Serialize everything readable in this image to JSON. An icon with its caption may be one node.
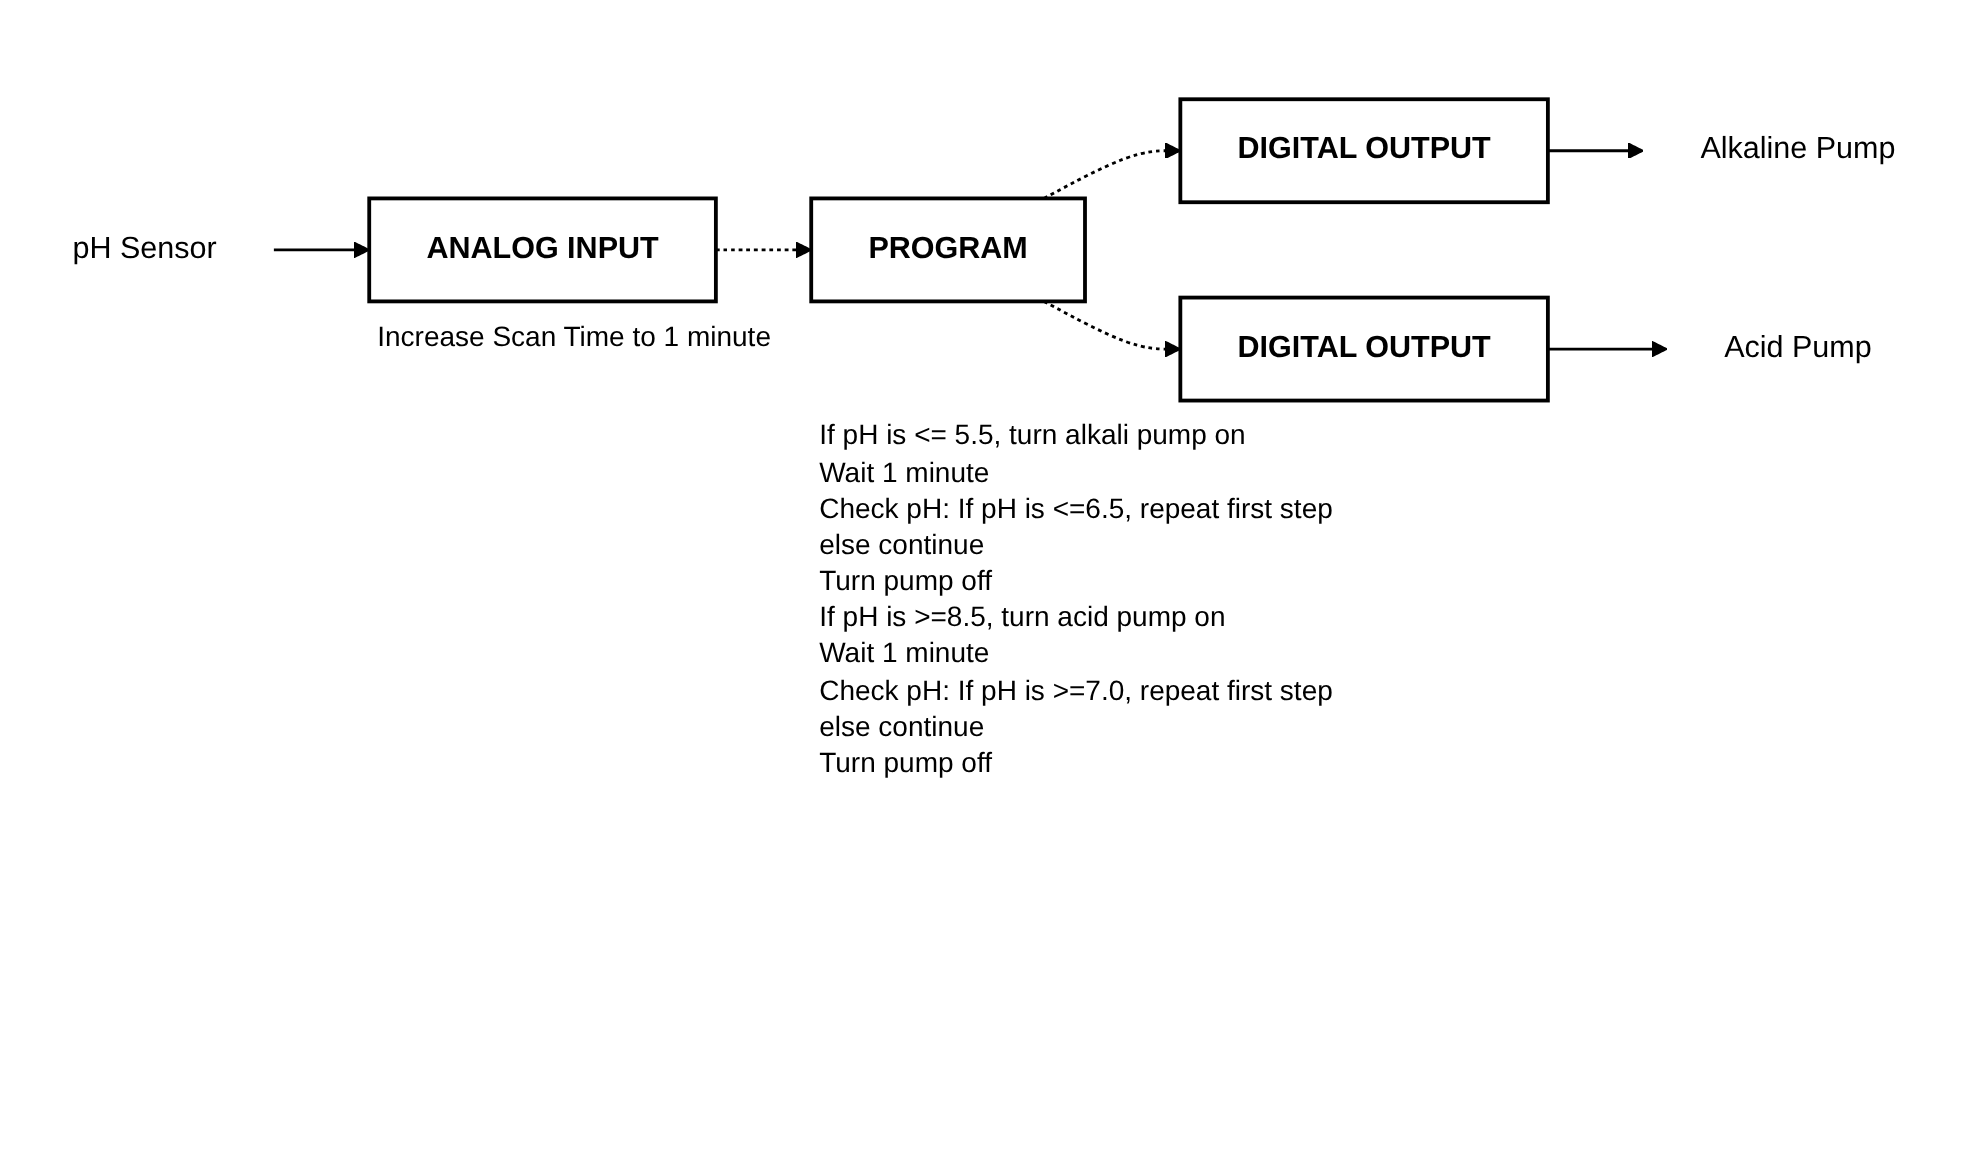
{
  "diagram": {
    "nodes": [
      {
        "text": [
          "pH Sensor"
        ]
      },
      {
        "text": [
          "ANALOG INPUT"
        ],
        "beside": [
          "Increase Scan Time to 1 minute"
        ]
      },
      {
        "text": [
          "PROGRAM"
        ],
        "beside": [
          "If pH is <= 5.5, turn alkali pump on",
          "Wait 1 minute",
          "Check pH: If pH is <=6.5, repeat first step",
          "else continue",
          "Turn pump off",
          "If pH is >=8.5, turn acid pump on",
          "Wait 1 minute",
          "Check pH: If pH is >=7.0, repeat first step",
          "else continue",
          "Turn pump off"
        ]
      },
      {
        "text": [
          "DIGITAL OUTPUT"
        ]
      },
      {
        "text": [
          "Alkaline Pump"
        ]
      },
      {
        "text": [
          "DIGITAL OUTPUT"
        ]
      },
      {
        "text": [
          "Acid Pump"
        ]
      }
    ],
    "edges": [
      {
        "from": 0,
        "to": 1,
        "arrow": "to"
      },
      {
        "from": 1,
        "to": 2,
        "arrow": "to",
        "style": "dashed"
      },
      {
        "from": 2,
        "to": 3,
        "arrow": "to",
        "style": "dashed"
      },
      {
        "from": 2,
        "to": 5,
        "arrow": "to",
        "style": "dashed"
      },
      {
        "from": 3,
        "to": 4,
        "arrow": "to"
      },
      {
        "from": 5,
        "to": 6,
        "arrow": "to"
      }
    ]
  }
}
